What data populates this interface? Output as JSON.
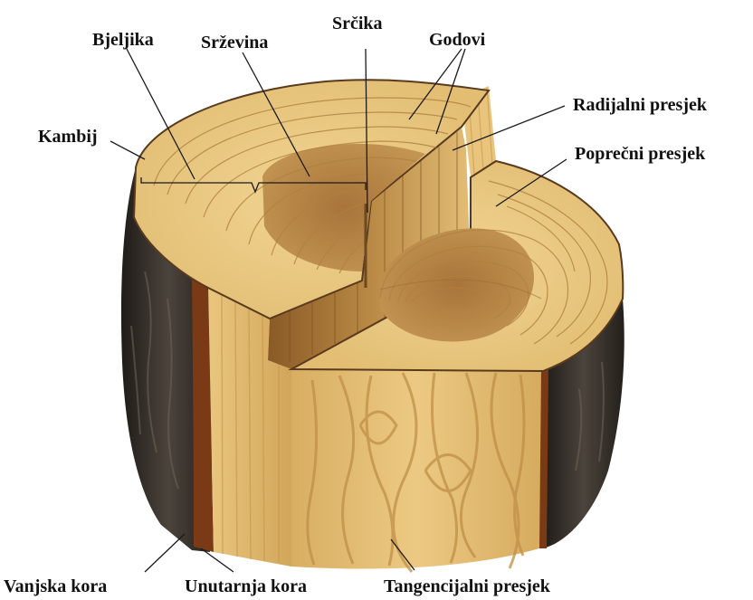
{
  "labels": {
    "bjeljika": "Bjeljika",
    "srzevina": "Srževina",
    "srcika": "Srčika",
    "godovi": "Godovi",
    "radijalni": "Radijalni presjek",
    "kambij": "Kambij",
    "poprecni": "Poprečni presjek",
    "vanjska_kora": "Vanjska kora",
    "unutarnja_kora": "Unutarnja kora",
    "tangencijalni": "Tangencijalni presjek"
  },
  "colors": {
    "bark_dark": "#2b2722",
    "bark_mid": "#4a433b",
    "inner_bark": "#7a3a16",
    "sapwood": "#e6c57e",
    "heartwood": "#b98a45",
    "ring": "#a97a3c",
    "pith": "#6b4a22"
  }
}
